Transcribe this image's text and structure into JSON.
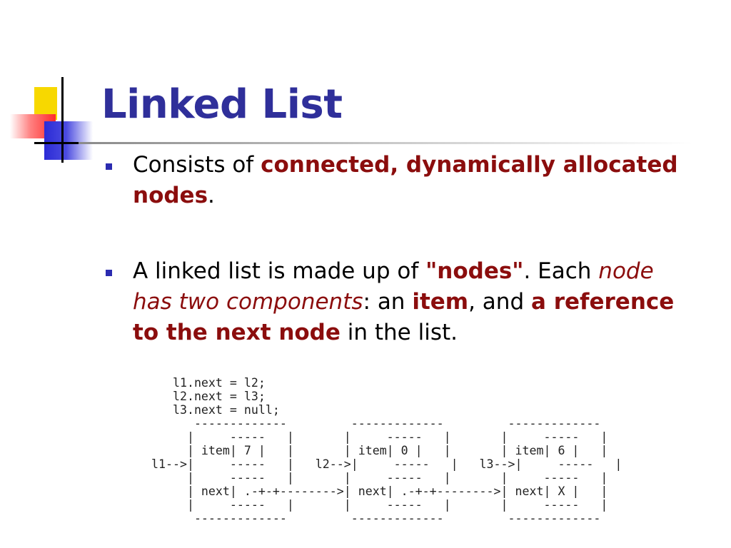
{
  "slide": {
    "title": "Linked List",
    "bullets": [
      {
        "segments": [
          {
            "text": "Consists of ",
            "style": "plain"
          },
          {
            "text": "connected, dynamically allocated nodes",
            "style": "bold-red"
          },
          {
            "text": ".",
            "style": "plain"
          }
        ]
      },
      {
        "segments": [
          {
            "text": "A linked list is made up of ",
            "style": "plain"
          },
          {
            "text": "\"nodes\"",
            "style": "bold-red"
          },
          {
            "text": ".  Each ",
            "style": "plain"
          },
          {
            "text": "node has two components",
            "style": "italic-red"
          },
          {
            "text": ":  an ",
            "style": "plain"
          },
          {
            "text": "item",
            "style": "bold-red"
          },
          {
            "text": ", and ",
            "style": "plain"
          },
          {
            "text": "a reference to the next node",
            "style": "bold-red"
          },
          {
            "text": " in the list.",
            "style": "plain"
          }
        ]
      }
    ],
    "code_figure": {
      "lines": [
        "   l1.next = l2;",
        "   l2.next = l3;",
        "   l3.next = null;",
        "      -------------         -------------         -------------",
        "     |     -----   |       |     -----   |       |     -----   |",
        "     | item| 7 |   |       | item| 0 |   |       | item| 6 |   |",
        "l1-->|     -----   |   l2-->|     -----   |   l3-->|     -----   |",
        "     |     -----   |       |     -----   |       |     -----   |",
        "     | next| .-+-+-------->| next| .-+-+-------->| next| X |   |",
        "     |     -----   |       |     -----   |       |     -----   |",
        "      -------------         -------------         -------------"
      ]
    },
    "colors": {
      "title": "#2f2f9a",
      "emphasis": "#8b0d0d",
      "bullet_marker": "#2b2bb0",
      "deco_yellow": "#f7d800",
      "deco_red": "#ff2a2a",
      "deco_blue": "#2b2bd6"
    }
  }
}
